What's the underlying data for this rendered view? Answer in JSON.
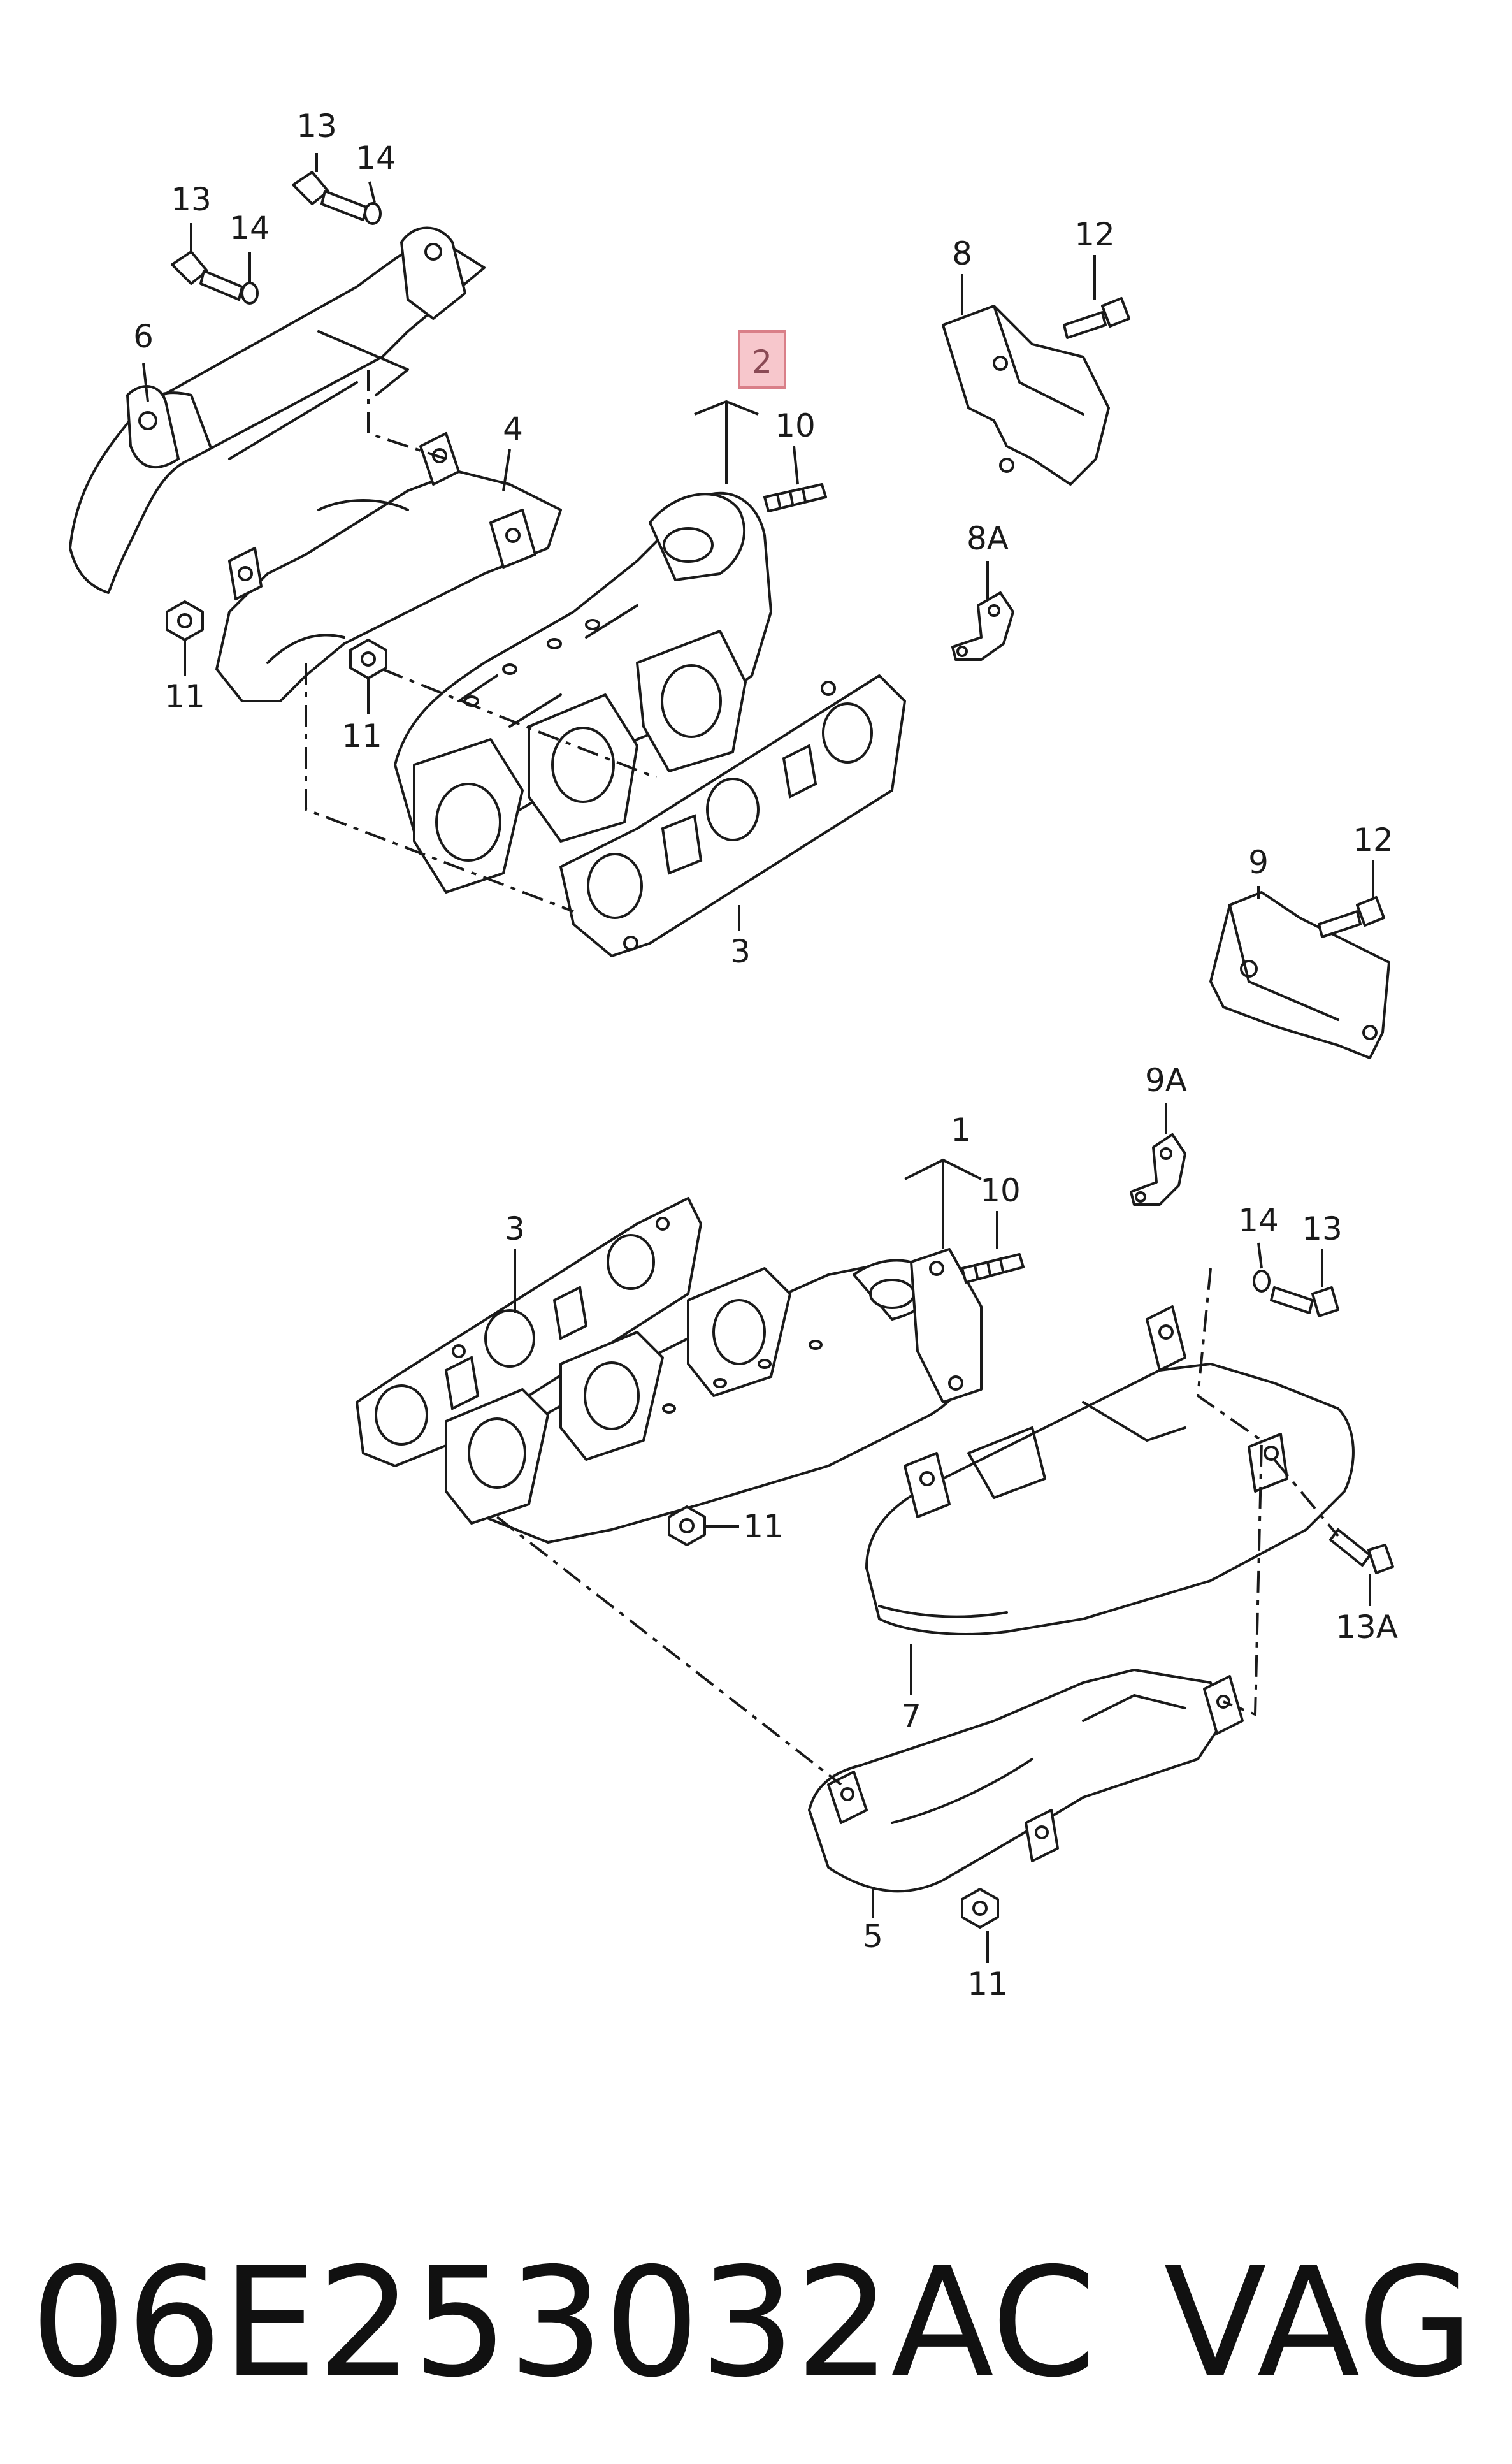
{
  "callouts": {
    "c13a": "13",
    "c14a": "14",
    "c13b": "13",
    "c14b": "14",
    "c6": "6",
    "c4": "4",
    "c2": "2",
    "c10a": "10",
    "c8": "8",
    "c12a": "12",
    "c8A": "8A",
    "c11a": "11",
    "c11b": "11",
    "c3a": "3",
    "c9": "9",
    "c12b": "12",
    "c9A": "9A",
    "c1": "1",
    "c10b": "10",
    "c3b": "3",
    "c14c": "14",
    "c13c": "13",
    "c11c": "11",
    "c13A": "13A",
    "c7": "7",
    "c5": "5",
    "c11d": "11"
  },
  "highlighted_callout": "2",
  "colors": {
    "highlight_fill": "#f7c7cc",
    "highlight_stroke": "#d97f88",
    "ink": "#1a1a1a"
  },
  "footer": {
    "part_number": "06E253032AC",
    "brand": "VAG"
  }
}
